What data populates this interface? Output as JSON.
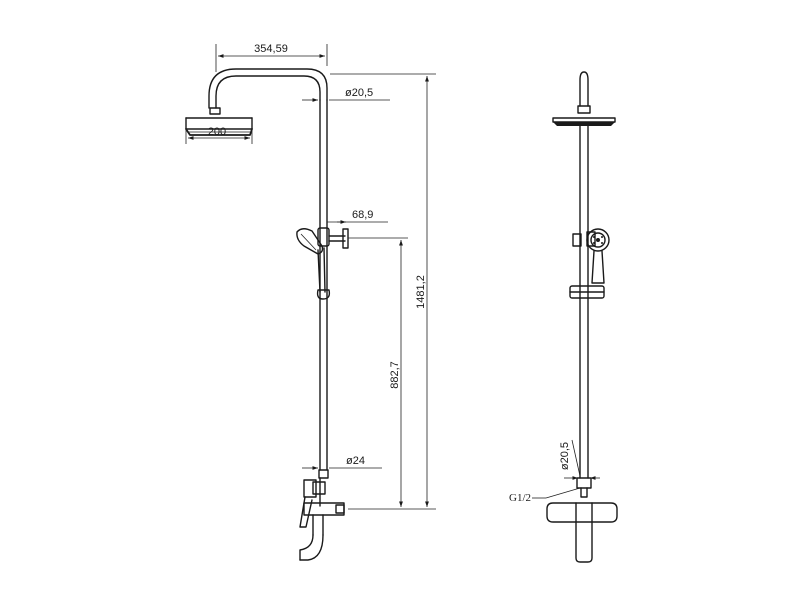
{
  "dimensions": {
    "arm_length": "354,59",
    "head_diameter": "200",
    "pipe_upper": "ø20,5",
    "holder_offset": "68,9",
    "total_height": "1481,2",
    "holder_height": "882,7",
    "pipe_lower": "ø24",
    "side_pipe": "ø20,5",
    "inlet_thread": "G1/2"
  }
}
